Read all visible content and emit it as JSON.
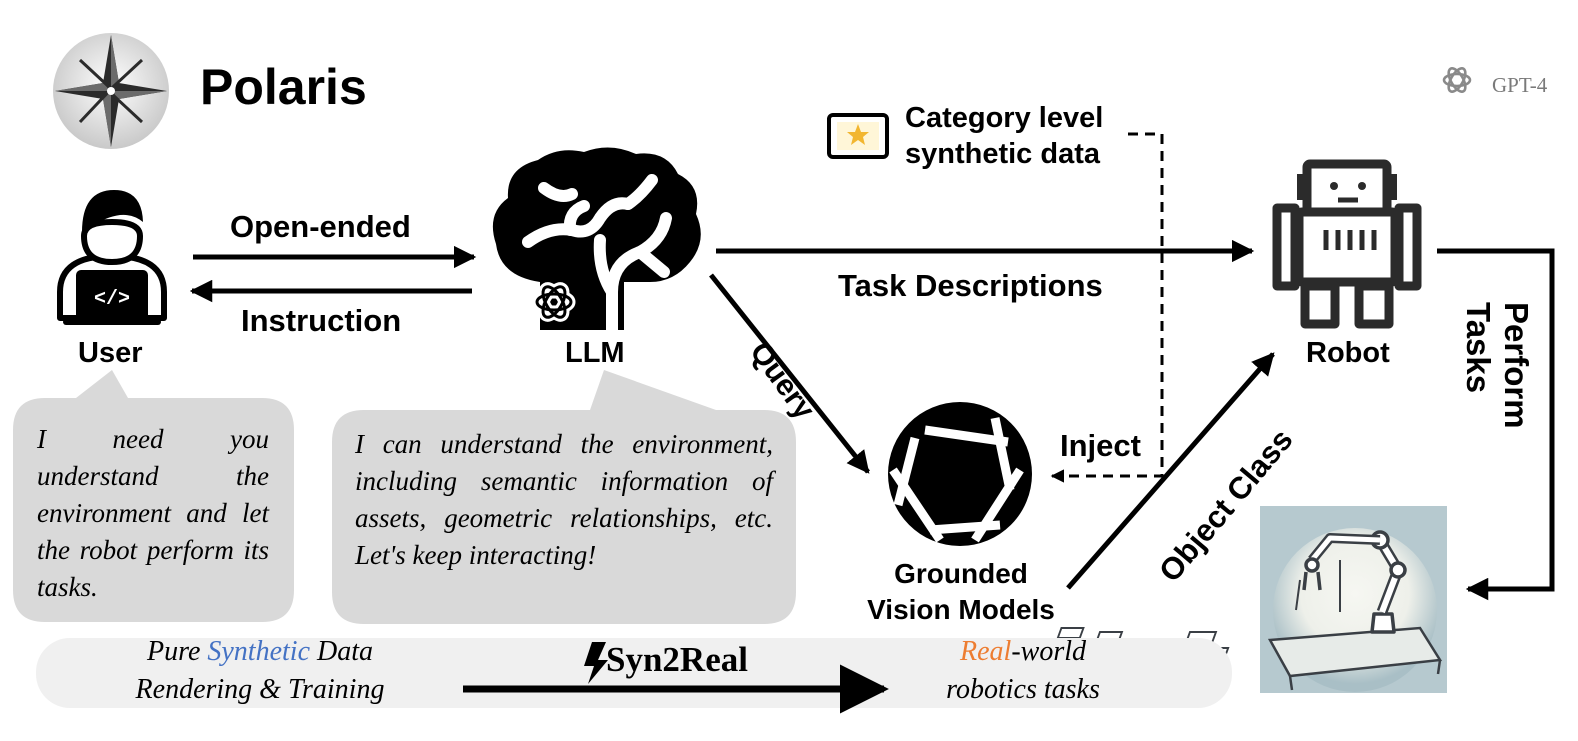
{
  "title": "Polaris",
  "gpt_label": "GPT-4",
  "nodes": {
    "user": "User",
    "llm": "LLM",
    "robot": "Robot",
    "vision": [
      "Grounded",
      "Vision Models"
    ]
  },
  "synthetic_data": [
    "Category level",
    "synthetic data"
  ],
  "edges": {
    "open_ended": "Open-ended",
    "instruction": "Instruction",
    "task_descriptions": "Task Descriptions",
    "query": "Query",
    "inject": "Inject",
    "object_class": "Object Class",
    "perform_tasks": "Perform Tasks"
  },
  "bubbles": {
    "user": "I need you understand the environment and let the robot perform its tasks.",
    "llm": "I can understand the environment, including semantic information of assets, geometric relationships, etc. Let's keep interacting!"
  },
  "banner": {
    "left_pre": "Pure ",
    "left_highlight": "Synthetic",
    "left_post": " Data",
    "left_line2": "Rendering & Training",
    "center": "Syn2Real",
    "right_highlight": "Real",
    "right_post": "-world",
    "right_line2": "robotics tasks"
  },
  "colors": {
    "synthetic_highlight": "#4472c4",
    "real_highlight": "#ed7d31",
    "bubble_fill": "#d9d9d9",
    "banner_fill": "#f0f0f0"
  }
}
